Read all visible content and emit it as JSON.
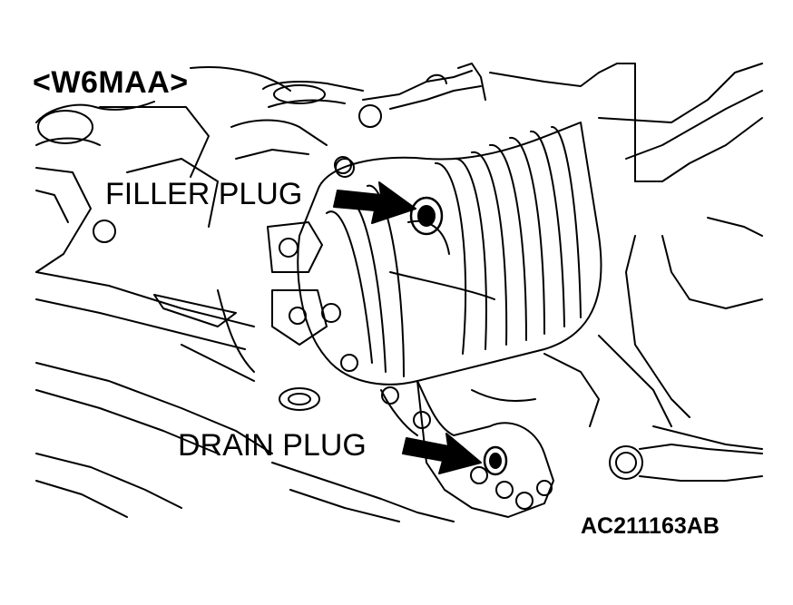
{
  "diagram": {
    "variant_label": "<W6MAA>",
    "callouts": [
      {
        "id": "filler",
        "label": "FILLER PLUG"
      },
      {
        "id": "drain",
        "label": "DRAIN PLUG"
      }
    ],
    "figure_id": "AC211163AB",
    "colors": {
      "ink": "#000000",
      "paper": "#ffffff"
    }
  }
}
